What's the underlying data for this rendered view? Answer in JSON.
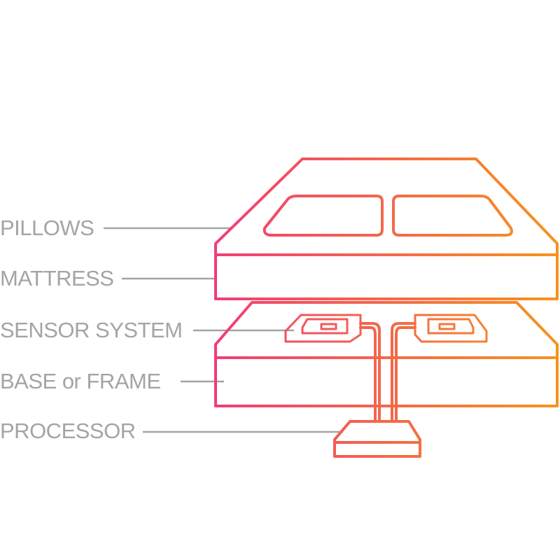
{
  "labels": {
    "pillows": "PILLOWS",
    "mattress": "MATTRESS",
    "sensor_system": "SENSOR SYSTEM",
    "base": "BASE or FRAME",
    "processor": "PROCESSOR"
  },
  "colors": {
    "gradient_start": "#f13b78",
    "gradient_end": "#f7941d",
    "label_text": "#a4a4a4",
    "leader_line": "#a4a4a4"
  }
}
